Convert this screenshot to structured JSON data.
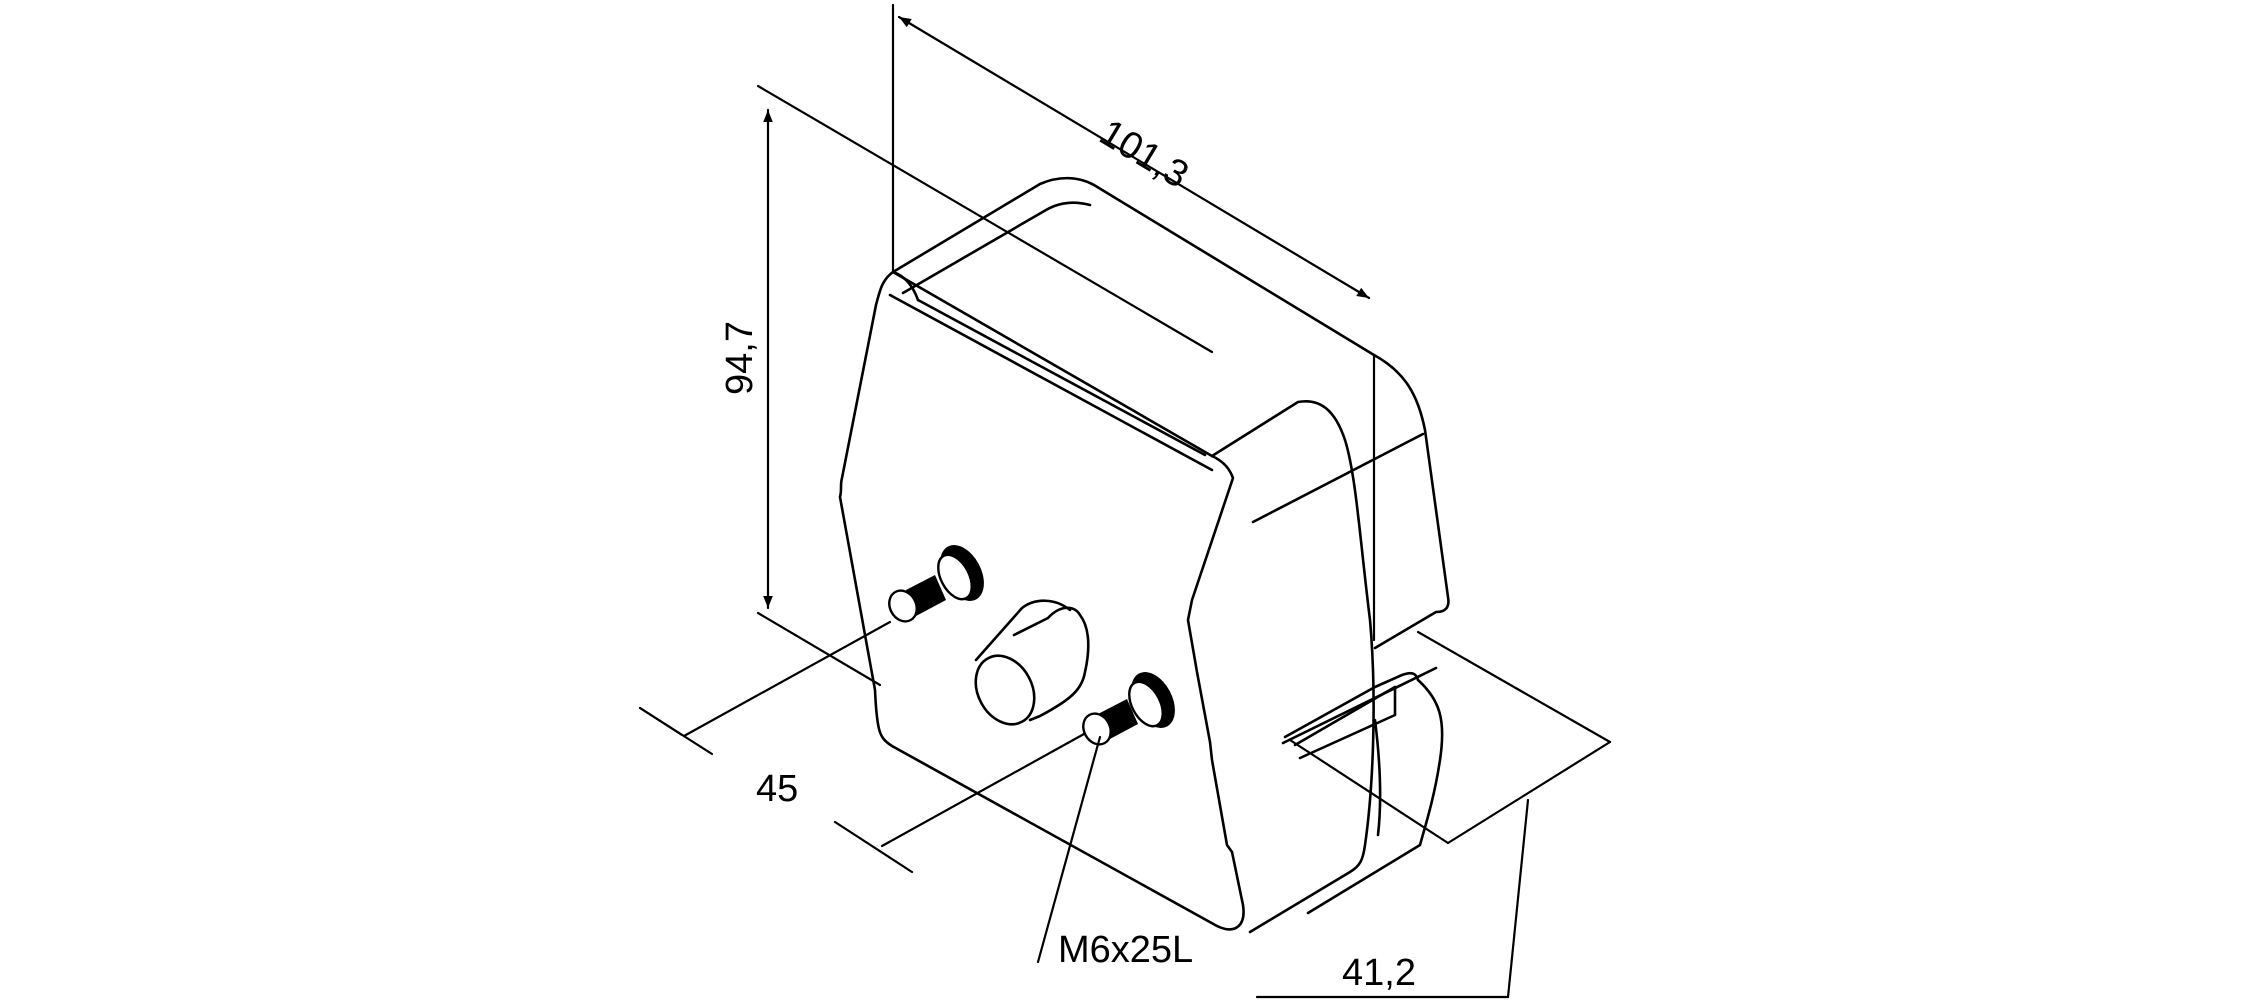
{
  "dimensions": {
    "length": "101,3",
    "height": "94,7",
    "bolt_spacing": "45",
    "depth": "41,2"
  },
  "callouts": {
    "bolt_spec": "M6x25L"
  }
}
